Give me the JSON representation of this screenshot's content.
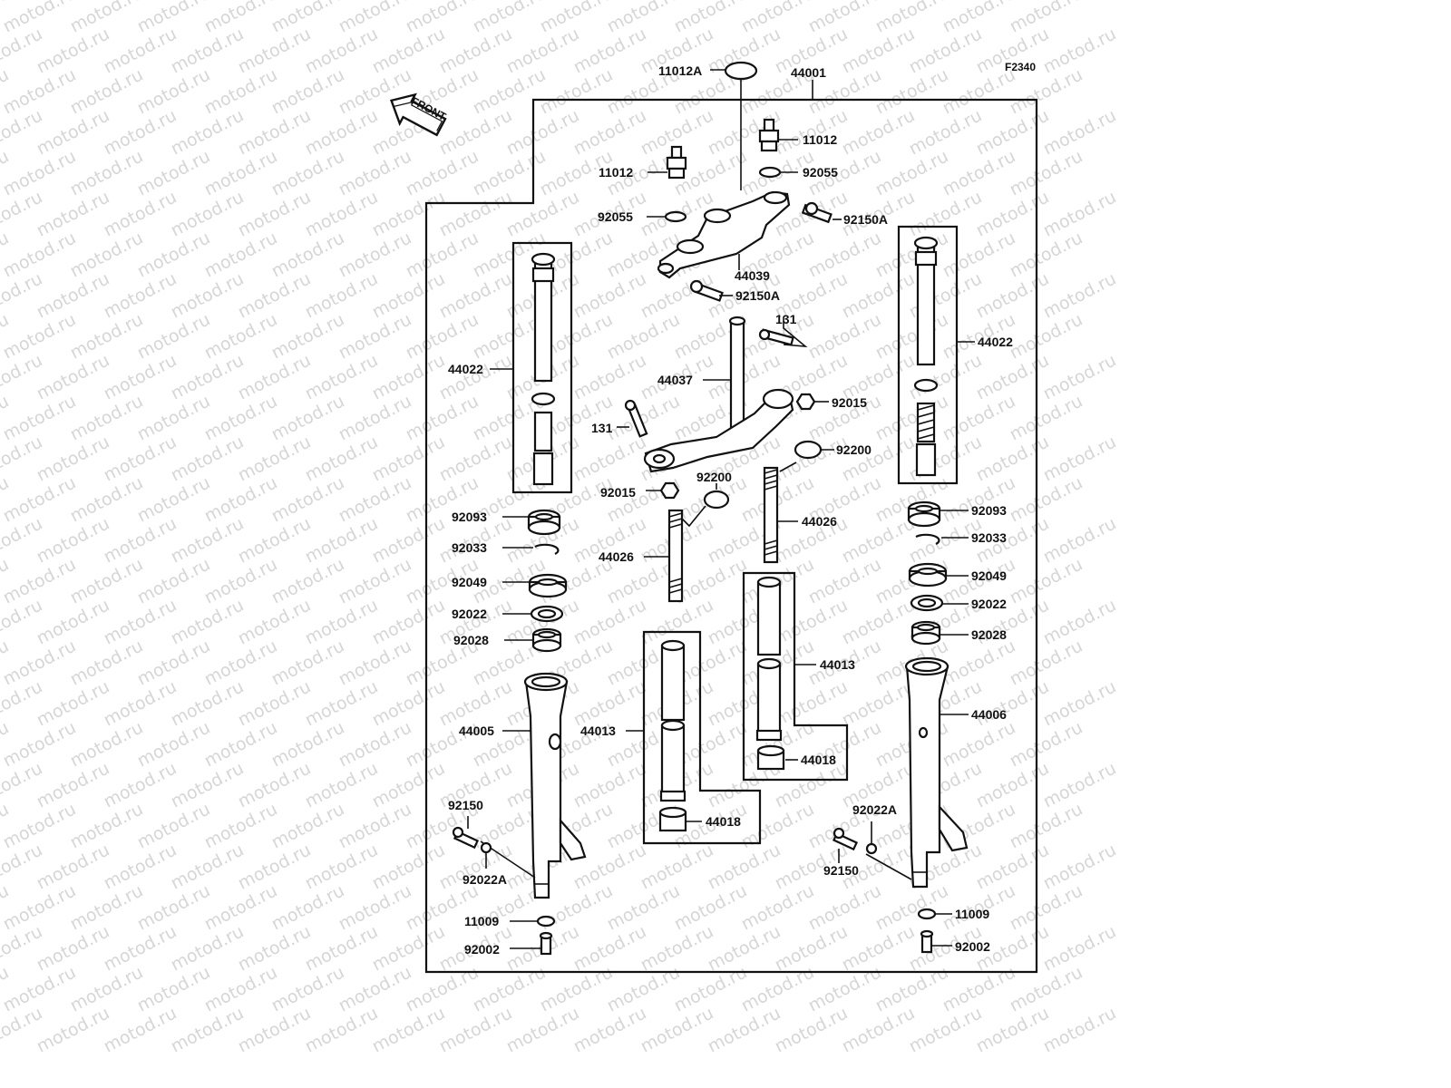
{
  "figure_code": "F2340",
  "front_label": "FRONT",
  "watermark": "motod.ru",
  "labels": {
    "cap": "11012A",
    "assy": "44001",
    "valve_r": "11012",
    "valve_l": "11012",
    "oring_r": "92055",
    "oring_l": "92055",
    "bolt_top_r": "92150A",
    "bolt_top_c": "92150A",
    "upper_bracket": "44039",
    "bolt131_top": "131",
    "bolt131_left": "131",
    "stem": "44037",
    "nut_r": "92015",
    "nut_l": "92015",
    "washer_r": "92200",
    "washer_l": "92200",
    "inner_left": "44022",
    "inner_right": "44022",
    "seal_l": "92093",
    "seal_r": "92093",
    "clip_l": "92033",
    "clip_r": "92033",
    "ring49_l": "92049",
    "ring49_r": "92049",
    "ring22_l": "92022",
    "ring22_r": "92022",
    "ring28_l": "92028",
    "ring28_r": "92028",
    "pipe_l": "44026",
    "pipe_r": "44026",
    "cyl_l": "44013",
    "cyl_r": "44013",
    "guide_l": "44018",
    "guide_r": "44018",
    "outer_l": "44005",
    "outer_r": "44006",
    "bolt_bot_l": "92150",
    "bolt_bot_r": "92150",
    "gasket_l": "92022A",
    "gasket_r": "92022A",
    "washer11_l": "11009",
    "washer11_r": "11009",
    "screw_l": "92002",
    "screw_r": "92002"
  }
}
